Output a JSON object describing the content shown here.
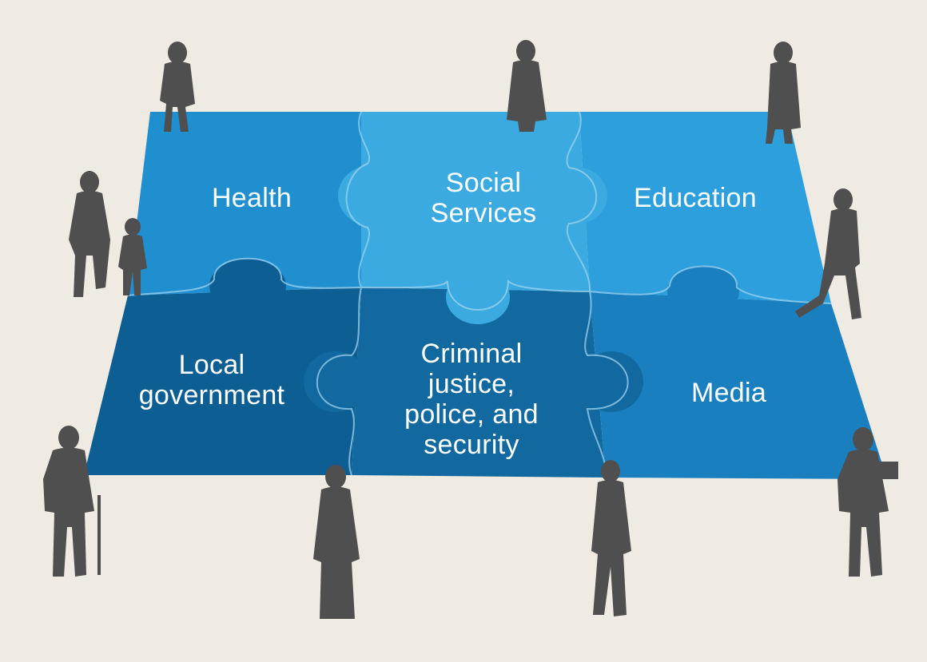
{
  "pieces": [
    {
      "id": "health",
      "lines": [
        "Health"
      ],
      "color": "#1f8fcf"
    },
    {
      "id": "social-services",
      "lines": [
        "Social",
        "Services"
      ],
      "color": "#3aaae0"
    },
    {
      "id": "education",
      "lines": [
        "Education"
      ],
      "color": "#2d9fdc"
    },
    {
      "id": "local-government",
      "lines": [
        "Local",
        "government"
      ],
      "color": "#0d5f93"
    },
    {
      "id": "criminal-justice",
      "lines": [
        "Criminal",
        "justice,",
        "police, and",
        "security"
      ],
      "color": "#11699f"
    },
    {
      "id": "media",
      "lines": [
        "Media"
      ],
      "color": "#1a7fbf"
    }
  ],
  "colors": {
    "background": "#efebe3",
    "figure": "#4f4f4f",
    "seam": "#9fd3ef"
  }
}
